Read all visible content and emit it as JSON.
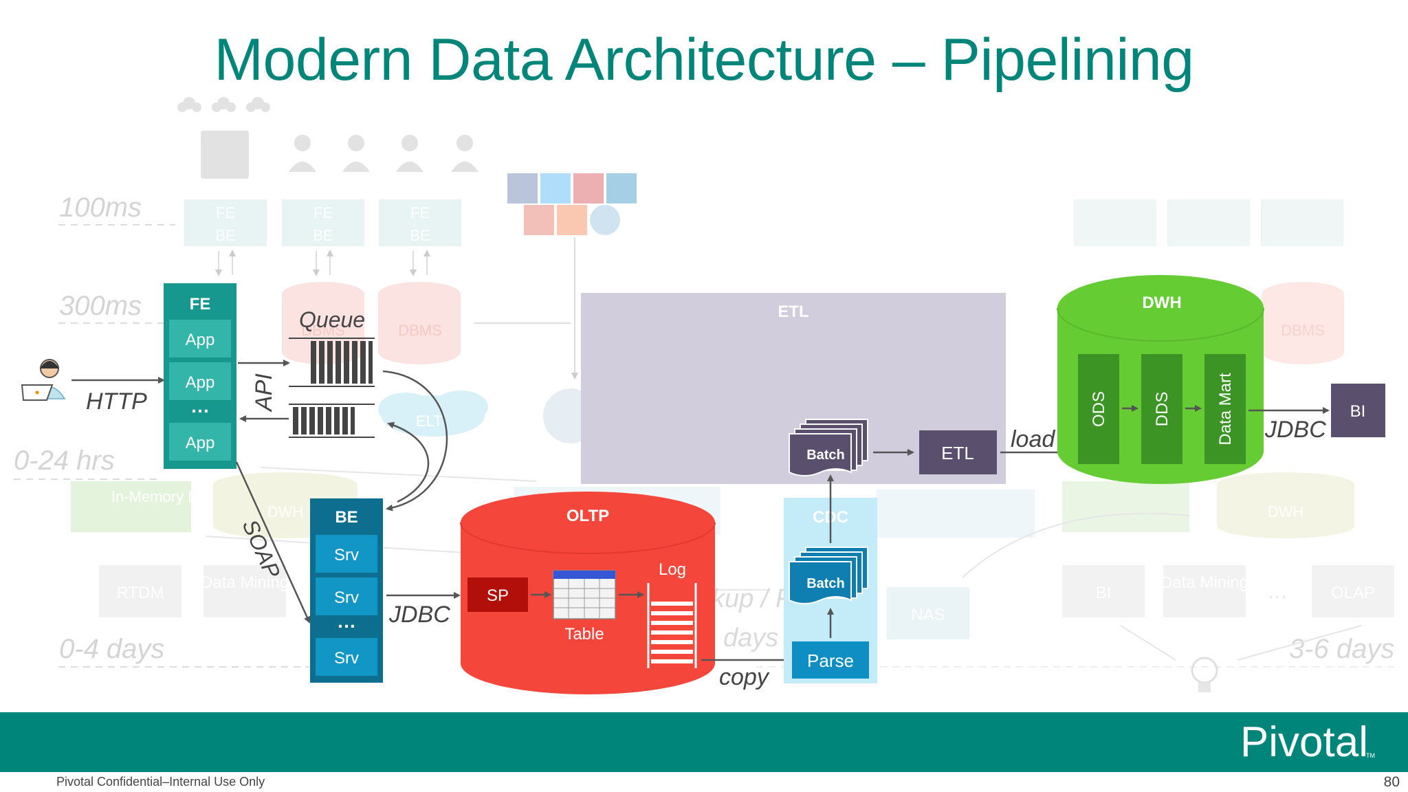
{
  "title": "Modern Data Architecture – Pipelining",
  "footer": {
    "confidential": "Pivotal Confidential–Internal Use Only",
    "brand": "Pivotal",
    "trademark": "TM",
    "page": "80"
  },
  "colors": {
    "teal": "#00857a",
    "fe_teal": "#17988f",
    "be_blue": "#0e7fb0",
    "oltp_red": "#f4463b",
    "etl_lavender": "#d1cddd",
    "dwh_green": "#66cc33",
    "dark_purple": "#5b4f6e",
    "cdc_cyan": "#c4ecf8"
  },
  "background_layer": {
    "latency": [
      "100ms",
      "300ms",
      "0-24 hrs",
      "0-4 days",
      "3-6 days"
    ],
    "fe_be": {
      "fe": "FE",
      "be": "BE"
    },
    "dbms": "DBMS",
    "dwh": "DWH",
    "in_memory": "In-Memory Data Store",
    "rtdm": "RTDM",
    "data_mining": "Data Mining",
    "bi": "BI",
    "olap": "OLAP",
    "ellipsis": "…",
    "elt": "ELT",
    "backup_fragment": "kup / F",
    "days_fragment": "days"
  },
  "fe": {
    "title": "FE",
    "apps": [
      "App",
      "App",
      "App"
    ],
    "dots": "…"
  },
  "be": {
    "title": "BE",
    "servers": [
      "Srv",
      "Srv",
      "Srv"
    ],
    "dots": "…"
  },
  "labels": {
    "http": "HTTP",
    "api": "API",
    "queue": "Queue",
    "soap": "SOAP",
    "jdbc": "JDBC",
    "copy": "copy",
    "load": "load",
    "jdbc2": "JDBC"
  },
  "oltp": {
    "title": "OLTP",
    "sp": "SP",
    "table": "Table",
    "log": "Log"
  },
  "etl_panel": {
    "title": "ETL",
    "batch": "Batch",
    "etl_box": "ETL"
  },
  "cdc": {
    "title": "CDC",
    "batch": "Batch",
    "parse": "Parse"
  },
  "nas": "NAS",
  "dwh": {
    "title": "DWH",
    "columns": [
      "ODS",
      "DDS",
      "Data Mart"
    ]
  },
  "bi": "BI"
}
